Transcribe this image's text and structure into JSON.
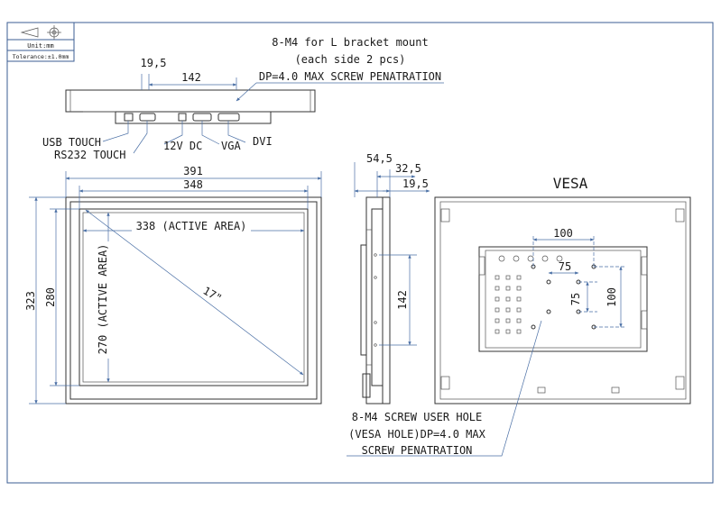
{
  "units_box": {
    "unit": "Unit:mm",
    "tolerance": "Tolerance:±1.0mm"
  },
  "top_view": {
    "mount_note": [
      "8-M4 for L bracket mount",
      "(each side 2 pcs)",
      "DP=4.0 MAX SCREW PENATRATION"
    ],
    "dim_19_5": "19,5",
    "dim_142": "142",
    "connectors": {
      "usb": "USB TOUCH",
      "rs232": "RS232 TOUCH",
      "dc": "12V DC",
      "vga": "VGA",
      "dvi": "DVI"
    }
  },
  "front_view": {
    "dim_391": "391",
    "dim_348": "348",
    "dim_338": "338 (ACTIVE AREA)",
    "dim_323": "323",
    "dim_280": "280",
    "dim_270": "270 (ACTIVE AREA)",
    "diagonal": "17\""
  },
  "side_view": {
    "dim_54_5": "54,5",
    "dim_32_5": "32,5",
    "dim_19_5": "19,5",
    "dim_142": "142"
  },
  "vesa_view": {
    "title": "VESA",
    "dim_100_h": "100",
    "dim_75_h": "75",
    "dim_75_v": "75",
    "dim_100_v": "100",
    "hole_note": [
      "8-M4 SCREW USER HOLE",
      "(VESA HOLE)DP=4.0 MAX",
      "SCREW PENATRATION"
    ]
  }
}
